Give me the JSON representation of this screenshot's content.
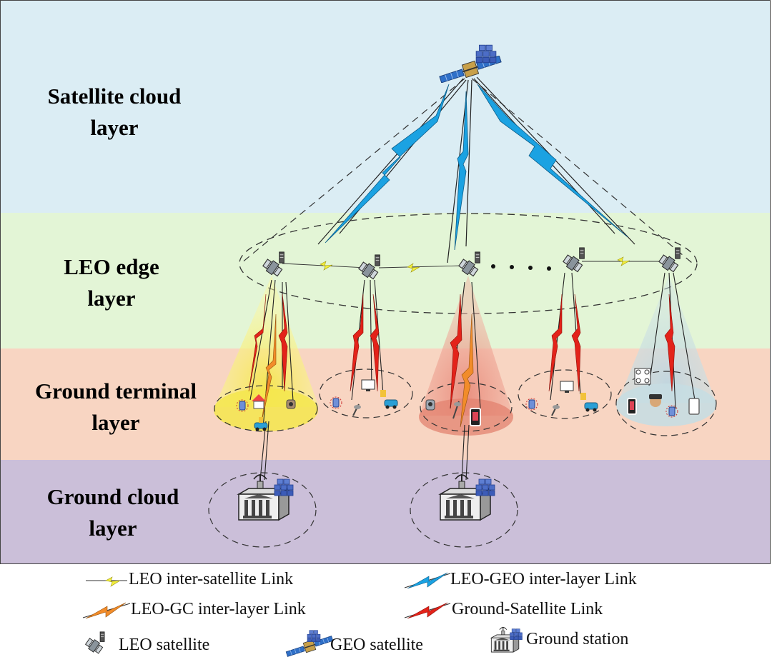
{
  "colors": {
    "satellite_layer": "#dbedf4",
    "leo_layer": "#e3f5d6",
    "ground_layer": "#f8d5c2",
    "cloud_layer": "#cbbfd9",
    "leo_link": "#f2ee3a",
    "geo_link": "#1ba2e2",
    "gc_link": "#f28c2a",
    "ground_link": "#e3231a"
  },
  "layers": {
    "satellite": "Satellite cloud\nlayer",
    "leo": "LEO edge\nlayer",
    "ground_terminal": "Ground terminal\nlayer",
    "ground_cloud": "Ground cloud\nlayer"
  },
  "legend": {
    "leo_inter_satellite": "LEO inter-satellite Link",
    "leo_geo_inter_layer": "LEO-GEO inter-layer Link",
    "leo_gc_inter_layer": "LEO-GC inter-layer Link",
    "ground_satellite": "Ground-Satellite Link",
    "leo_satellite": "LEO satellite",
    "geo_satellite": "GEO satellite",
    "ground_station": "Ground station"
  },
  "icons": {
    "geo": "geo-satellite-icon",
    "leo": "leo-satellite-icon",
    "station": "ground-station-icon",
    "server": "server-cluster-icon",
    "house": "house-icon",
    "car": "car-icon",
    "monitor": "monitor-icon",
    "sensor": "sensor-icon",
    "antenna": "antenna-icon",
    "phone": "phone-icon",
    "drone": "drone-icon",
    "vr": "vr-headset-icon",
    "robot": "robot-icon"
  }
}
